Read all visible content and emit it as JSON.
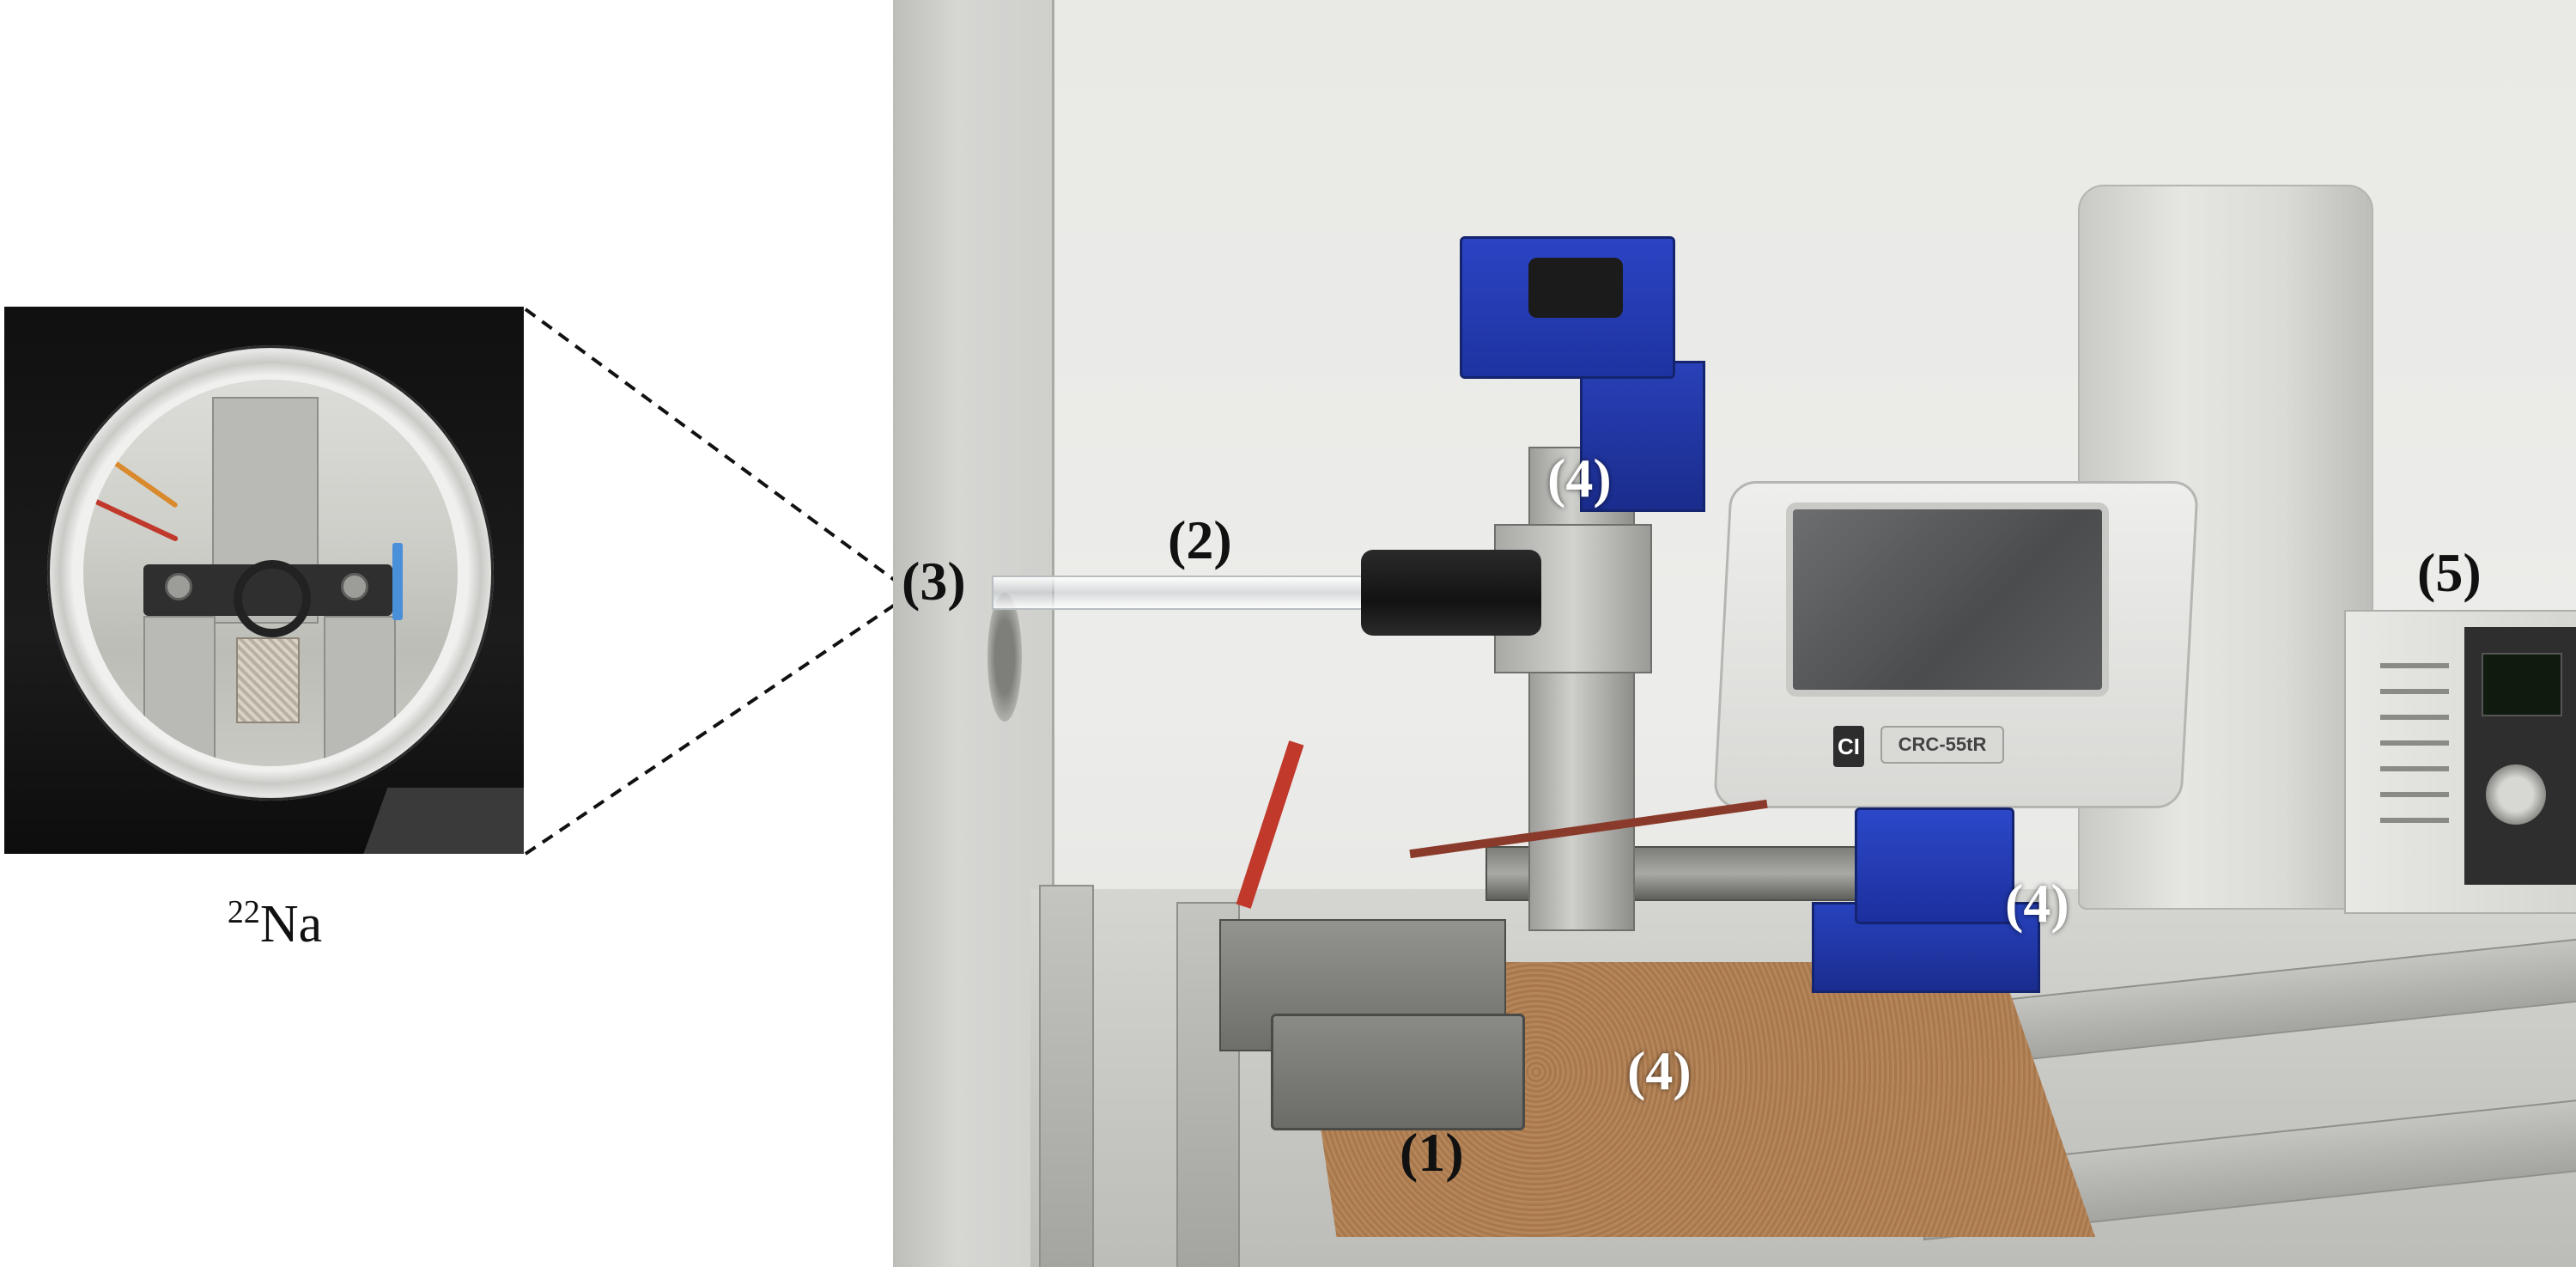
{
  "figure": {
    "inset": {
      "label_mass_number": "22",
      "label_element": "Na"
    },
    "callouts": {
      "c1": "(1)",
      "c2": "(2)",
      "c3": "(3)",
      "c4_top": "(4)",
      "c4_right": "(4)",
      "c4_bottom": "(4)",
      "c5": "(5)"
    },
    "device_labels": {
      "calibrator_model": "CRC-55tR",
      "calibrator_logo": "CI"
    }
  }
}
